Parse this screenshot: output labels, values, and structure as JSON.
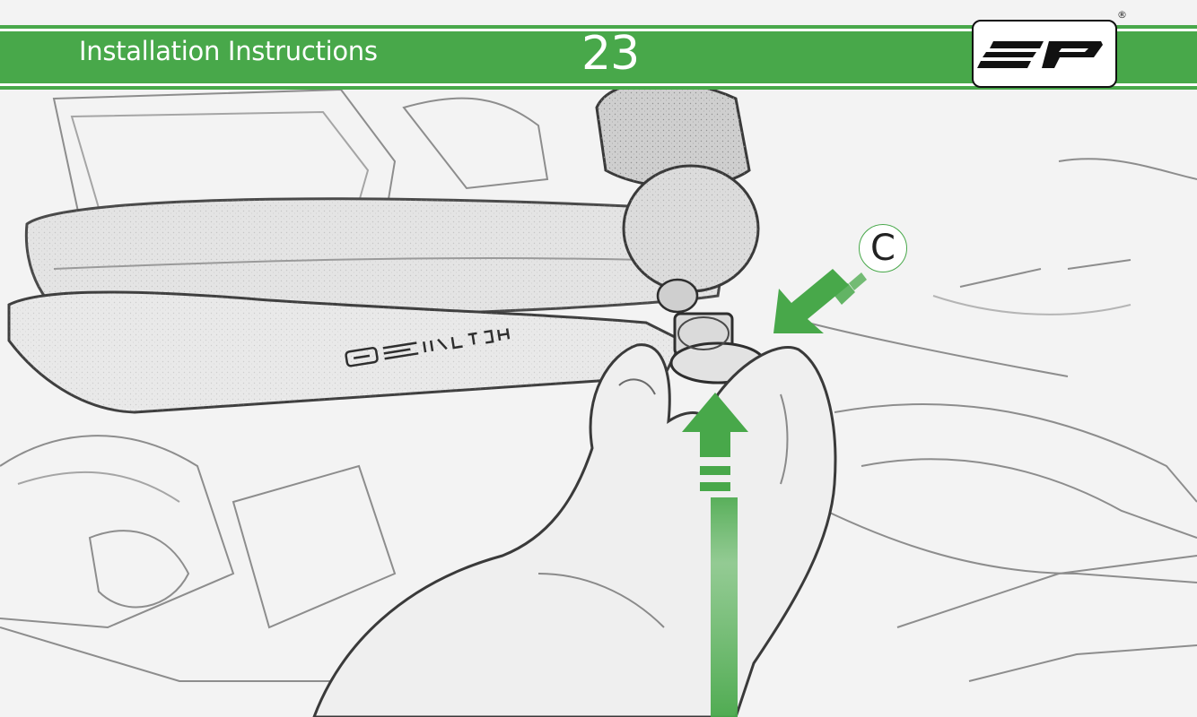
{
  "header": {
    "title": "Installation Instructions",
    "page_number": "23"
  },
  "logo": {
    "brand": "EP",
    "registered_mark": "®"
  },
  "callouts": [
    {
      "label": "C"
    }
  ],
  "colors": {
    "accent_green": "#48a84a",
    "header_text": "#ffffff",
    "sketch_line": "#555555"
  }
}
